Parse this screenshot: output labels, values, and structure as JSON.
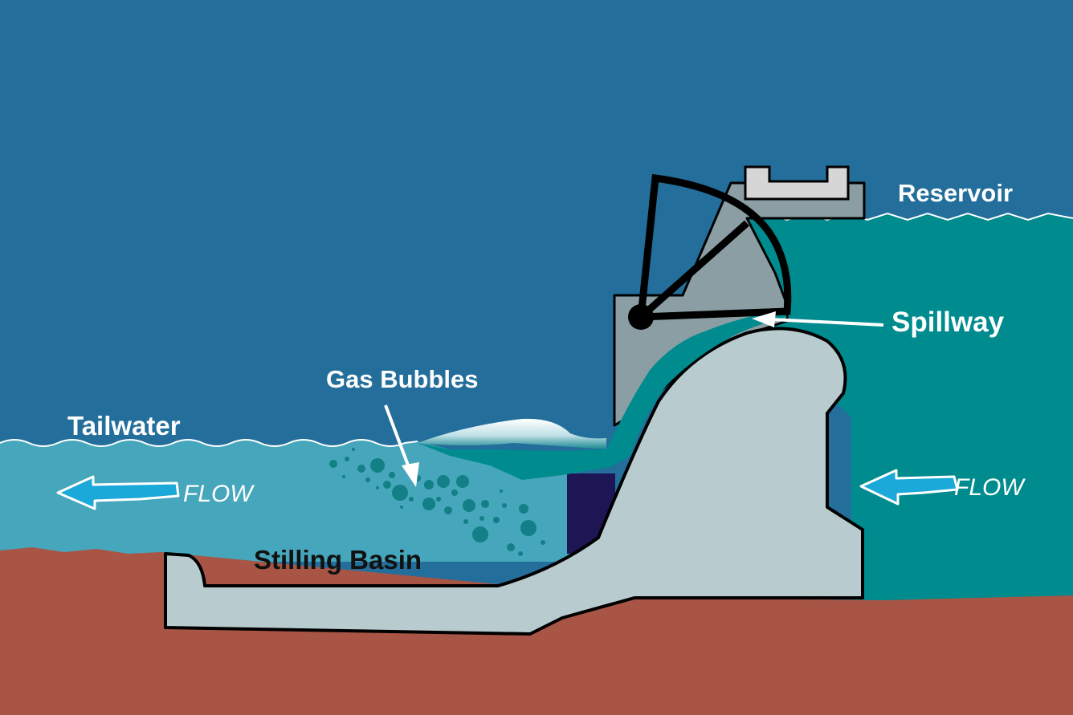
{
  "labels": {
    "reservoir": "Reservoir",
    "spillway": "Spillway",
    "gas_bubbles": "Gas Bubbles",
    "tailwater": "Tailwater",
    "stilling_basin": "Stilling Basin",
    "flow_left": "FLOW",
    "flow_right": "FLOW"
  },
  "colors": {
    "sky": "#236e9b",
    "reservoir_water": "#008b8e",
    "tailwater": "#46a6bb",
    "ground": "#a85545",
    "concrete": "#b8cbce",
    "gate_housing": "#8a9ea3",
    "flow_arrow": "#1aa9d9",
    "bubble": "#137f86"
  }
}
